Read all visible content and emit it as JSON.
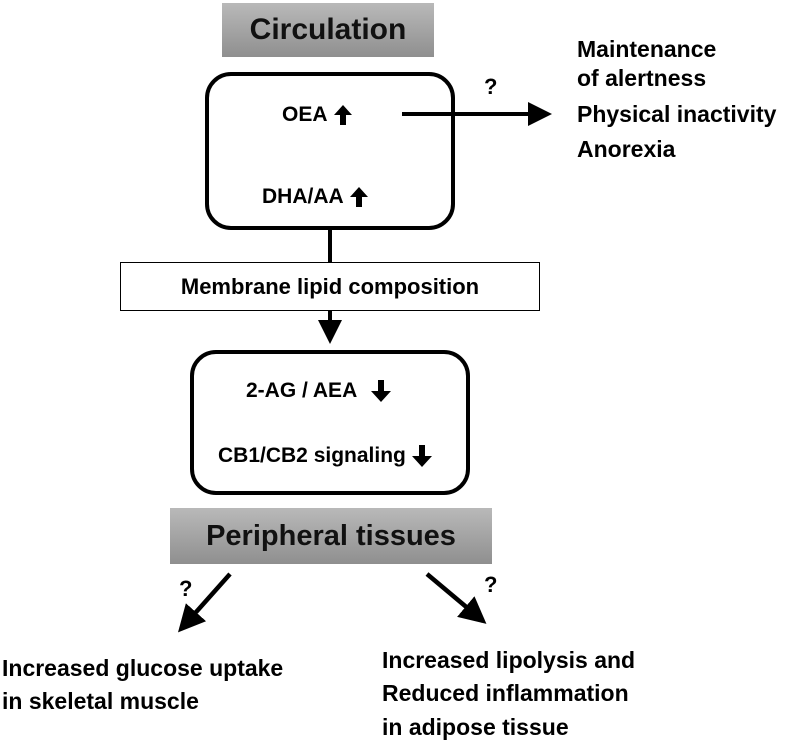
{
  "headers": {
    "circulation": "Circulation",
    "peripheral": "Peripheral tissues"
  },
  "top_box": {
    "oea": "OEA",
    "dha_aa": "DHA/AA"
  },
  "membrane": "Membrane lipid composition",
  "bottom_box": {
    "ag_aea": "2-AG / AEA",
    "cb_signaling": "CB1/CB2 signaling"
  },
  "outcomes_top": [
    "Maintenance",
    "of alertness",
    "Physical inactivity",
    "Anorexia"
  ],
  "question_mark": "?",
  "outcome_left": [
    "Increased glucose uptake",
    "in skeletal muscle"
  ],
  "outcome_right": [
    "Increased lipolysis and",
    "Reduced inflammation",
    "in adipose tissue"
  ]
}
